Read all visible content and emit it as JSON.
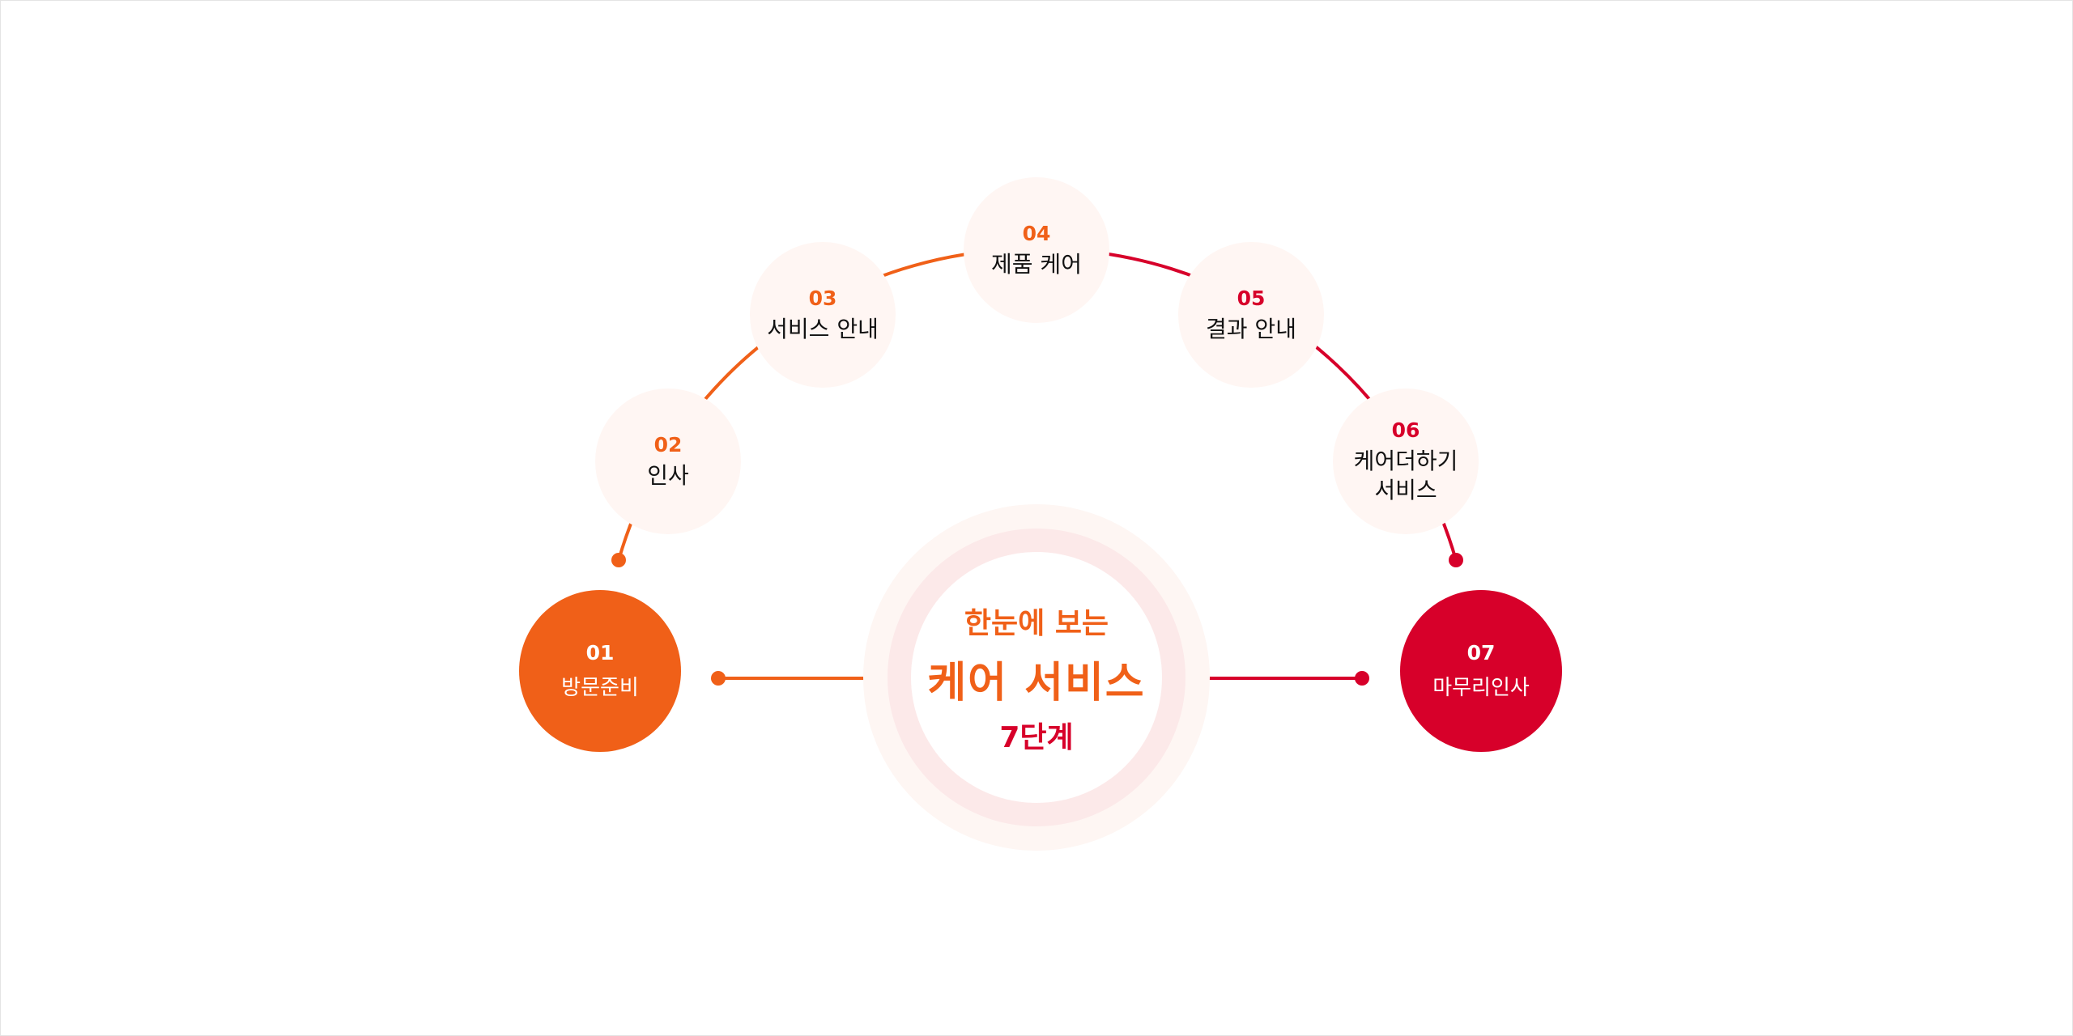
{
  "colors": {
    "orange": "#f06018",
    "red": "#d7002a",
    "light": "#fff6f3"
  },
  "center": {
    "line1": "한눈에 보는",
    "line2": "케어 서비스",
    "line3": "7단계"
  },
  "steps": [
    {
      "num": "01",
      "label": "방문준비"
    },
    {
      "num": "02",
      "label": "인사"
    },
    {
      "num": "03",
      "label": "서비스 안내"
    },
    {
      "num": "04",
      "label": "제품 케어"
    },
    {
      "num": "05",
      "label": "결과 안내"
    },
    {
      "num": "06",
      "label": "케어더하기",
      "label2": "서비스"
    },
    {
      "num": "07",
      "label": "마무리인사"
    }
  ]
}
